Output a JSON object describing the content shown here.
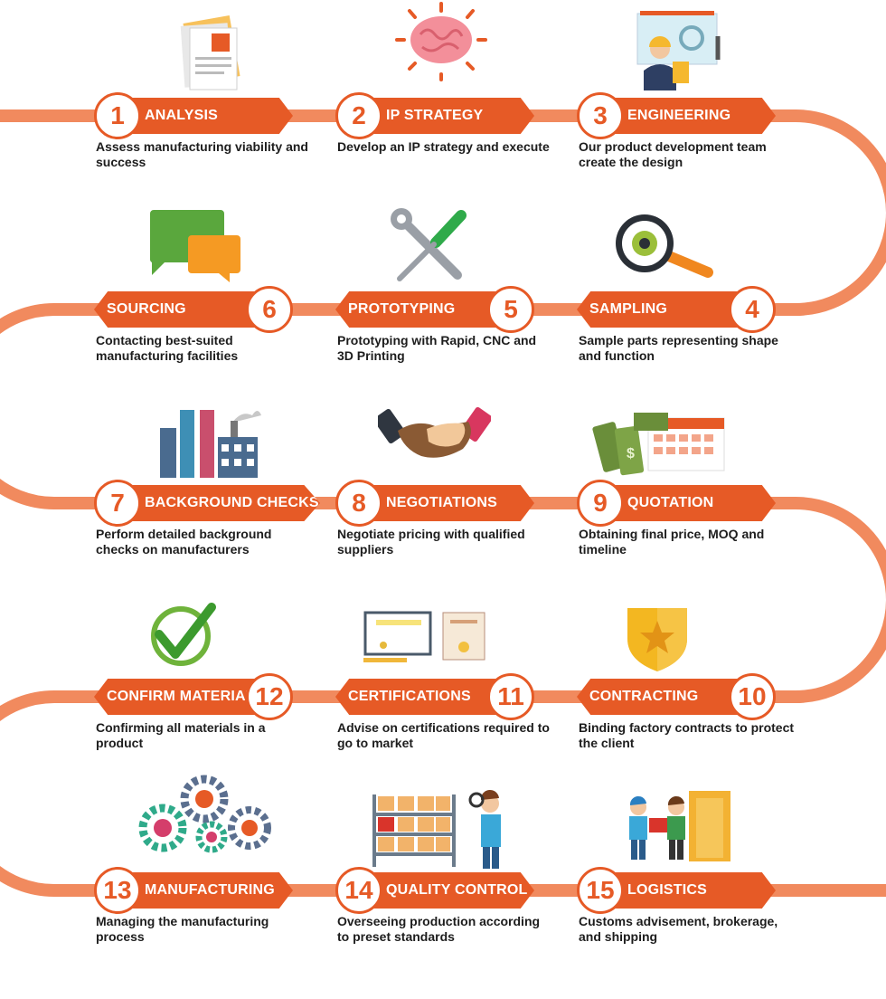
{
  "steps": [
    {
      "num": "1",
      "title": "ANALYSIS",
      "desc": "Assess manufacturing viability and success",
      "icon": "documents-icon"
    },
    {
      "num": "2",
      "title": "IP STRATEGY",
      "desc": "Develop an IP strategy and execute",
      "icon": "brain-icon"
    },
    {
      "num": "3",
      "title": "ENGINEERING",
      "desc": "Our product development team create the design",
      "icon": "engineer-icon"
    },
    {
      "num": "4",
      "title": "SAMPLING",
      "desc": "Sample parts representing shape and function",
      "icon": "magnifier-icon"
    },
    {
      "num": "5",
      "title": "PROTOTYPING",
      "desc": "Prototyping with Rapid, CNC and 3D Printing",
      "icon": "tools-icon"
    },
    {
      "num": "6",
      "title": "SOURCING",
      "desc": "Contacting best-suited manufacturing facilities",
      "icon": "chat-bubbles-icon"
    },
    {
      "num": "7",
      "title": "BACKGROUND CHECKS",
      "desc": "Perform detailed background checks on manufacturers",
      "icon": "factory-icon"
    },
    {
      "num": "8",
      "title": "NEGOTIATIONS",
      "desc": "Negotiate pricing with qualified suppliers",
      "icon": "handshake-icon"
    },
    {
      "num": "9",
      "title": "QUOTATION",
      "desc": "Obtaining final price, MOQ and timeline",
      "icon": "money-calendar-icon"
    },
    {
      "num": "10",
      "title": "CONTRACTING",
      "desc": "Binding factory contracts to protect the client",
      "icon": "shield-star-icon"
    },
    {
      "num": "11",
      "title": "CERTIFICATIONS",
      "desc": "Advise on certifications required to go to market",
      "icon": "certificates-icon"
    },
    {
      "num": "12",
      "title": "CONFIRM MATERIALS",
      "desc": "Confirming all materials in a product",
      "icon": "checkmark-icon"
    },
    {
      "num": "13",
      "title": "MANUFACTURING",
      "desc": "Managing the manufacturing process",
      "icon": "gears-icon"
    },
    {
      "num": "14",
      "title": "QUALITY CONTROL",
      "desc": "Overseeing production according to preset standards",
      "icon": "inspection-icon"
    },
    {
      "num": "15",
      "title": "LOGISTICS",
      "desc": "Customs advisement, brokerage, and shipping",
      "icon": "delivery-icon"
    }
  ],
  "colors": {
    "banner": "#e65a26",
    "track": "#f18a5e",
    "text": "#1d1d1d"
  }
}
